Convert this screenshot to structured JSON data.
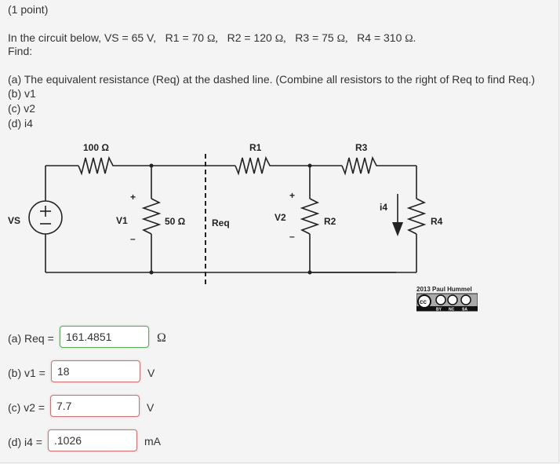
{
  "problem": {
    "points": "(1 point)",
    "statement_prefix": "In the circuit below, ",
    "givens": [
      {
        "text": "VS = 65 V,"
      },
      {
        "text": "R1 = 70 ",
        "unit": "Ω,"
      },
      {
        "text": "R2 = 120 ",
        "unit": "Ω,"
      },
      {
        "text": "R3 = 75 ",
        "unit": "Ω,"
      },
      {
        "text": "R4 = 310 ",
        "unit": "Ω."
      }
    ],
    "find_label": "Find:",
    "parts": [
      "(a) The equivalent resistance (Req) at the dashed line. (Combine all resistors to the right of Req to find Req.)",
      "(b) v1",
      "(c) v2",
      "(d) i4"
    ]
  },
  "circuit": {
    "source_label": "VS",
    "r_series_label": "100 Ω",
    "r_shunt_label": "50 Ω",
    "v1_label": "V1",
    "req_label": "Req",
    "r1_label": "R1",
    "r2_label": "R2",
    "r3_label": "R3",
    "r4_label": "R4",
    "v2_label": "V2",
    "i4_label": "i4",
    "plus": "+",
    "minus": "–",
    "credit": "2013 Paul Hummel",
    "license": {
      "cc": "cc",
      "by": "BY",
      "nc": "NC",
      "sa": "SA"
    }
  },
  "answers": [
    {
      "label": "(a) Req =",
      "value": "161.4851",
      "unit": "Ω",
      "status": "correct"
    },
    {
      "label": "(b) v1 =",
      "value": "18",
      "unit": "V",
      "status": "incorrect"
    },
    {
      "label": "(c) v2 =",
      "value": "7.7",
      "unit": "V",
      "status": "incorrect"
    },
    {
      "label": "(d) i4 =",
      "value": ".1026",
      "unit": "mA",
      "status": "incorrect"
    }
  ],
  "colors": {
    "correct_border": "#5ea85e",
    "incorrect_border": "#d27373",
    "background": "#f4f4f4"
  }
}
